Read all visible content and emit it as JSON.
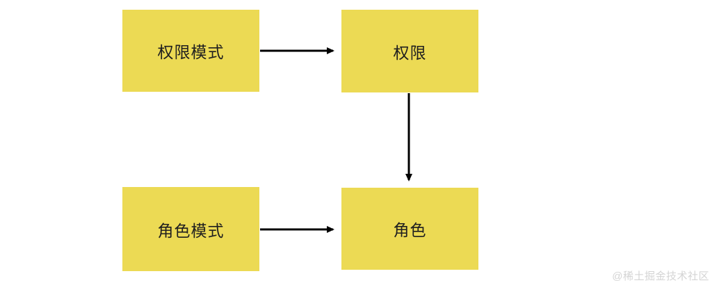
{
  "diagram": {
    "nodes": [
      {
        "id": "permission-mode",
        "label": "权限模式"
      },
      {
        "id": "permission",
        "label": "权限"
      },
      {
        "id": "role-mode",
        "label": "角色模式"
      },
      {
        "id": "role",
        "label": "角色"
      }
    ],
    "edges": [
      {
        "from": "permission-mode",
        "to": "permission",
        "direction": "right"
      },
      {
        "from": "permission",
        "to": "role",
        "direction": "down"
      },
      {
        "from": "role-mode",
        "to": "role",
        "direction": "right"
      }
    ],
    "colors": {
      "node_fill": "#ecda54",
      "node_text": "#1f1f1f",
      "arrow": "#000000",
      "watermark_text": "#d4d4d4",
      "background": "#ffffff"
    },
    "watermark": "@稀土掘金技术社区"
  }
}
